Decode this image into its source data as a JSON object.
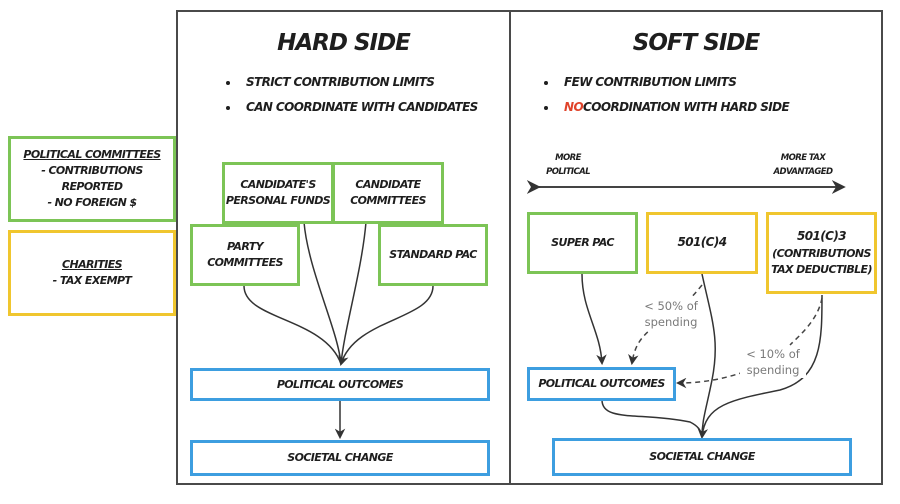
{
  "legend": {
    "political_committees": {
      "heading": "Political Committees",
      "lines": [
        "- Contributions Reported",
        "- No Foreign $"
      ],
      "color": "#7cc456"
    },
    "charities": {
      "heading": "Charities",
      "lines": [
        "- Tax Exempt"
      ],
      "color": "#f0c62e"
    }
  },
  "hard_side": {
    "title": "Hard Side",
    "bullets": [
      "Strict Contribution Limits",
      "Can Coordinate with Candidates"
    ],
    "sources": {
      "personal_funds": [
        "Candidate's",
        "Personal Funds"
      ],
      "candidate_committees": [
        "Candidate",
        "Committees"
      ],
      "party_committees": [
        "Party",
        "Committees"
      ],
      "standard_pac": [
        "Standard PAC"
      ]
    },
    "political_outcomes": "Political Outcomes",
    "societal_change": "Societal Change"
  },
  "soft_side": {
    "title": "Soft Side",
    "bullets": [
      {
        "highlight": "",
        "text": "Few Contribution Limits"
      },
      {
        "highlight": "No",
        "text": " Coordination with Hard Side"
      }
    ],
    "axis": {
      "left_label": [
        "More",
        "Political"
      ],
      "right_label": [
        "More Tax",
        "Advantaged"
      ]
    },
    "entities": {
      "super_pac": [
        "Super PAC"
      ],
      "c4": [
        "501(c)4"
      ],
      "c3": [
        "501(c)3",
        "(Contributions",
        "Tax Deductible)"
      ]
    },
    "notes": {
      "c4_limit": [
        "< 50% of",
        "spending"
      ],
      "c3_limit": [
        "< 10% of",
        "spending"
      ]
    },
    "political_outcomes": "Political Outcomes",
    "societal_change": "Societal Change"
  },
  "colors": {
    "green": "#7cc456",
    "yellow": "#f0c62e",
    "blue": "#3d9ee0",
    "highlight_red": "#e0432a",
    "note_gray": "#7a7a7a"
  }
}
